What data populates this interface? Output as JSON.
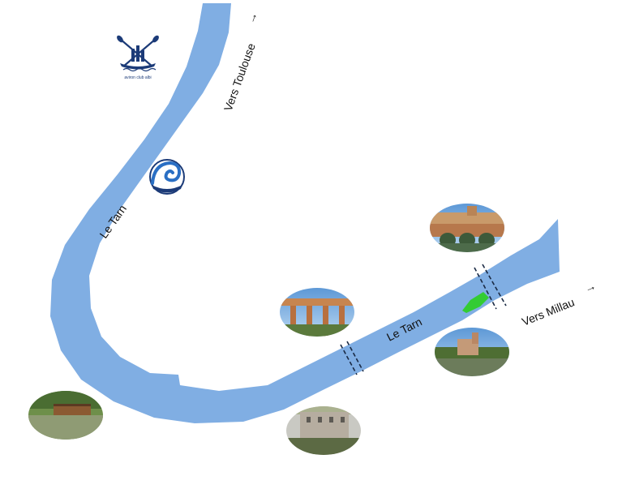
{
  "map": {
    "river_color": "#80aee3",
    "island_color": "#ffffff",
    "labels": {
      "river_upper": "Le Tarn",
      "river_lower": "Le Tarn",
      "direction_toulouse": "Vers Toulouse",
      "direction_millau": "Vers Millau",
      "logo_subtitle": "aviron club albi"
    },
    "arrow_glyph": "→",
    "markers": {
      "green_zone_color": "#33cc33",
      "bridge_lines_color": "#1a2a44"
    },
    "photos": [
      {
        "name": "old-bridge-photo",
        "subject": "brick bridge"
      },
      {
        "name": "viaduct-photo",
        "subject": "railway viaduct"
      },
      {
        "name": "cathedral-photo",
        "subject": "riverside palace"
      },
      {
        "name": "houseboat-photo",
        "subject": "river boat"
      },
      {
        "name": "mill-photo",
        "subject": "stone mill"
      }
    ],
    "icons": {
      "logo": "rowing-club-logo-icon",
      "wave": "wave-logo-icon"
    }
  }
}
